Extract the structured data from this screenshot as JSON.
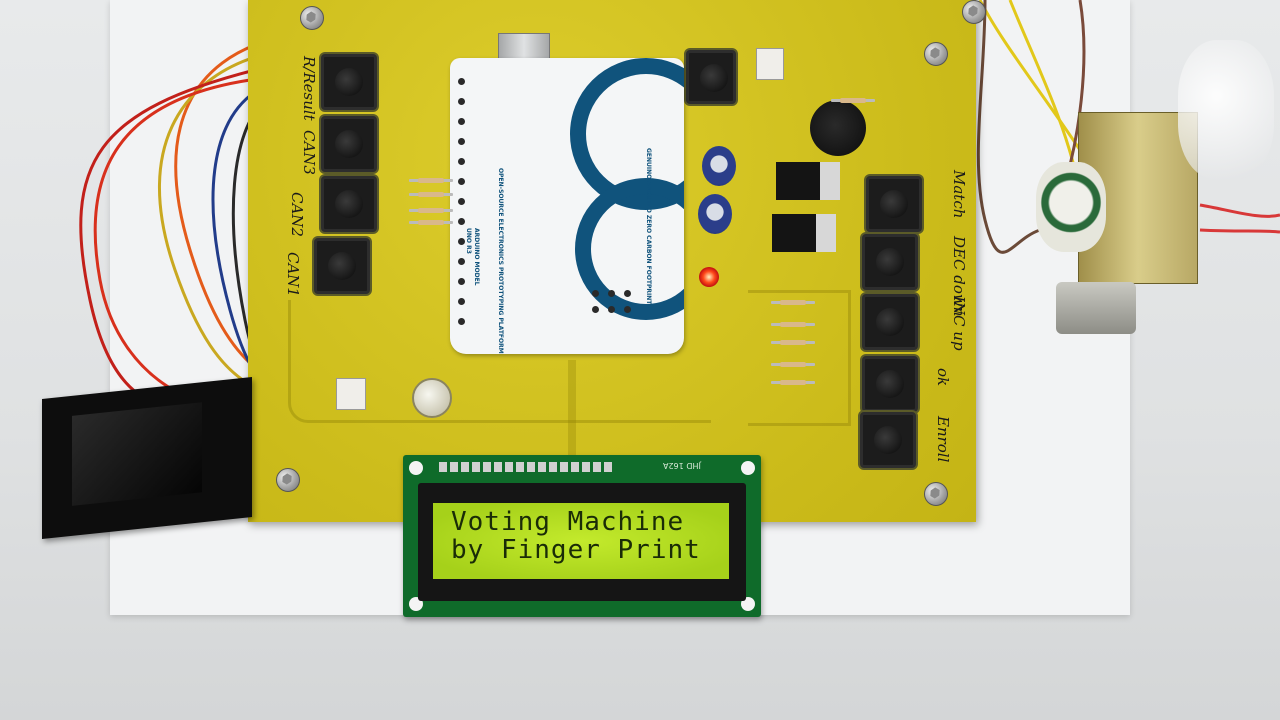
{
  "scene": {
    "labels": {
      "buttons_left": [
        "R/Result",
        "CAN3",
        "CAN2",
        "CAN1"
      ],
      "buttons_right": [
        "Match",
        "DEC down",
        "INC up",
        "ok",
        "Enroll"
      ]
    },
    "lcd": {
      "line1": "Voting Machine",
      "line2": "by Finger Print",
      "model": "JHD 162A",
      "backlight": "#a9d61a"
    },
    "arduino": {
      "model": "UNO R3",
      "text1": "ARDUINO MODEL",
      "text2": "OPEN-SOURCE ELECTRONICS PROTOTYPING PLATFORM",
      "text3": "GENUINO ARDUINO ZERO CARBON FOOTPRINT"
    },
    "colors": {
      "pcb": "#d2c21e",
      "lcd_pcb": "#0f6b2a",
      "arduino_logo": "#10537c",
      "led": "#ff3a12"
    }
  }
}
